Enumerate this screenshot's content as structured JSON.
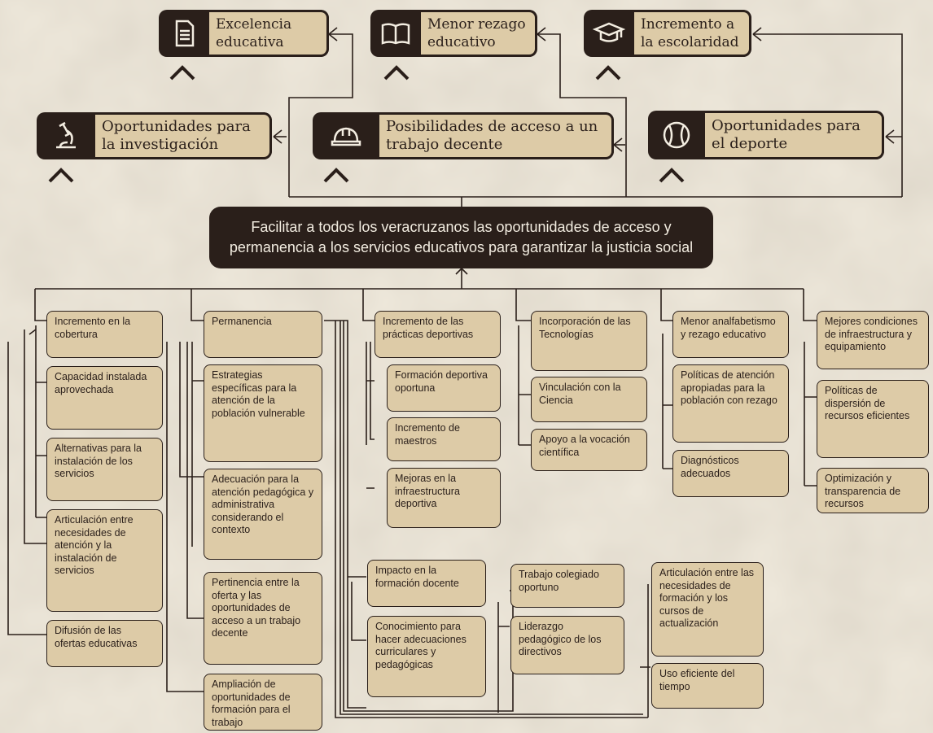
{
  "goal": "Facilitar a todos los veracruzanos las oportunidades de acceso y permanencia  a los servicios educativos para garantizar la justicia social",
  "outcomes": {
    "excelencia": {
      "label": "Excelencia educativa",
      "icon": "document-icon"
    },
    "rezago": {
      "label": "Menor rezago educativo",
      "icon": "open-book-icon"
    },
    "escolaridad": {
      "label": "Incremento a la escolaridad",
      "icon": "graduation-cap-icon"
    },
    "investigacion": {
      "label": "Oportunidades para la investigación",
      "icon": "microscope-icon"
    },
    "trabajo": {
      "label": "Posibilidades de acceso a un trabajo decente",
      "icon": "hard-hat-icon"
    },
    "deporte": {
      "label": "Oportunidades para el deporte",
      "icon": "baseball-icon"
    }
  },
  "columns": {
    "c1": [
      "Incremento en la cobertura",
      "Capacidad instalada aprovechada",
      "Alternativas para la instalación de los servicios",
      "Articulación entre necesidades de atención y la instalación de servicios",
      "Difusión de las ofertas educativas"
    ],
    "c2": [
      "Permanencia",
      "Estrategias específicas para la atención de la población vulnerable",
      "Adecuación para la atención pedagógica y administrativa considerando el contexto",
      "Pertinencia entre la oferta y las oportunidades de acceso a un trabajo decente",
      "Ampliación  de oportunidades de formación para el trabajo"
    ],
    "c3": [
      "Incremento de las prácticas deportivas",
      "Formación deportiva oportuna",
      "Incremento de maestros",
      "Mejoras en la infraestructura deportiva"
    ],
    "c4": [
      "Incorporación de las Tecnologías",
      "Vinculación con la Ciencia",
      "Apoyo a la vocación científica"
    ],
    "c5": [
      "Menor analfabetismo y rezago educativo",
      "Políticas de atención apropiadas para la población con rezago",
      "Diagnósticos adecuados"
    ],
    "c6": [
      "Mejores condiciones de infraestructura y equipamiento",
      "Políticas de dispersión de recursos eficientes",
      "Optimización y transparencia de recursos"
    ],
    "b1": [
      "Impacto en la formación docente",
      "Conocimiento para hacer adecuaciones curriculares y pedagógicas"
    ],
    "b2": [
      "Trabajo colegiado oportuno",
      "Liderazgo pedagógico de los directivos"
    ],
    "b3": [
      "Articulación entre las necesidades de formación y los cursos de actualización",
      "Uso eficiente del tiempo"
    ]
  },
  "colors": {
    "dark": "#2a1f1a",
    "box": "#ddcba7",
    "background": "#efe9dc"
  }
}
